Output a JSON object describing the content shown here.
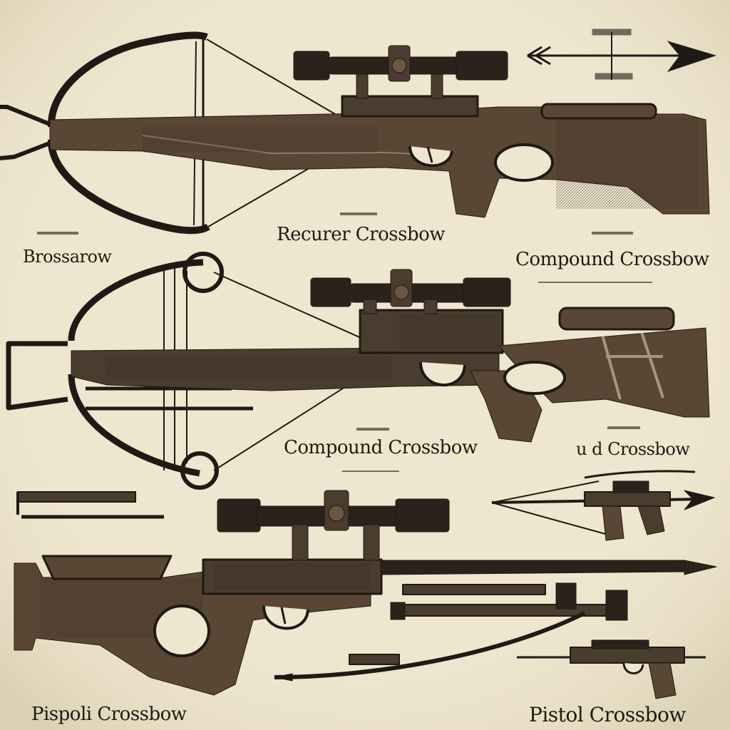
{
  "labels": {
    "brossarow": "Brossarow",
    "recurer": "Recurer Crossbow",
    "compound_top": "Compound Crossbow",
    "compound_mid": "Compound Crossbow",
    "partial_crossbow": "u d Crossbow",
    "pispoli": "Pispoli Crossbow",
    "pistol": "Pistol Crossbow"
  },
  "colors": {
    "paper": "#efe6cf",
    "ink": "#1f1a14",
    "metal": "#4a3c2e",
    "wood": "#5a4634"
  }
}
